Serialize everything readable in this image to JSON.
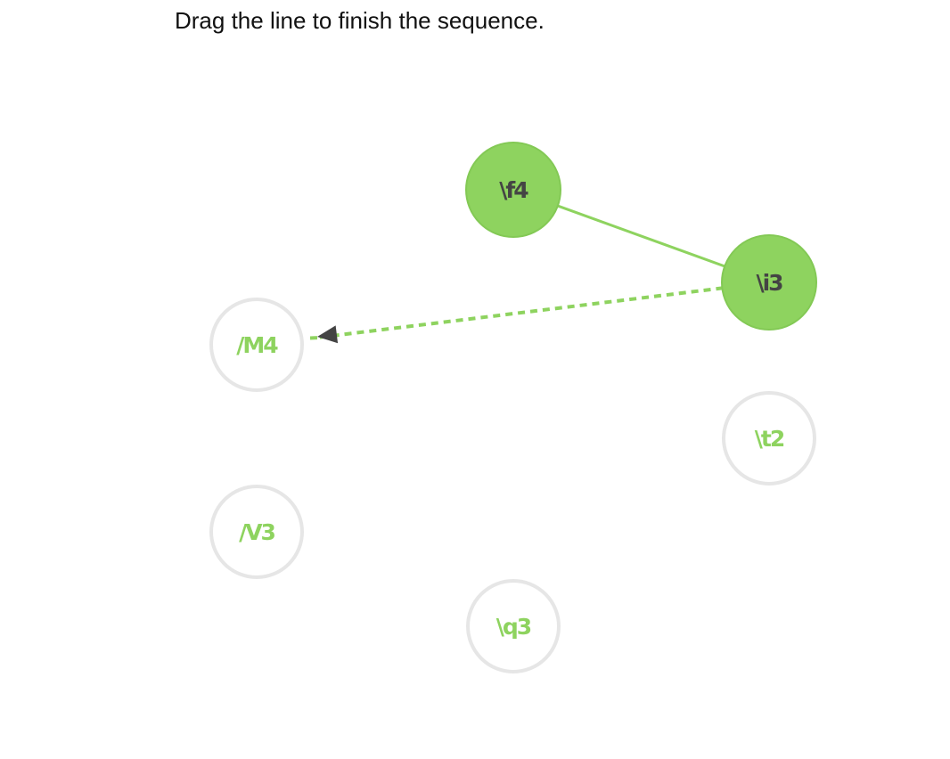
{
  "instruction": "Drag the line to finish the sequence.",
  "colors": {
    "accent": "#8ed35f",
    "accent_border": "#83c955",
    "node_empty_border": "#e6e6e6",
    "label_selected": "#444444",
    "label_unselected": "#8ed35f",
    "arrowhead": "#444444",
    "text": "#111111"
  },
  "nodes": [
    {
      "id": "f4",
      "label": "\\f4",
      "selected": true
    },
    {
      "id": "i3",
      "label": "\\i3",
      "selected": true
    },
    {
      "id": "t2",
      "label": "\\t2",
      "selected": false
    },
    {
      "id": "q3",
      "label": "\\q3",
      "selected": false
    },
    {
      "id": "V3",
      "label": "/V3",
      "selected": false
    },
    {
      "id": "M4",
      "label": "/M4",
      "selected": false
    }
  ],
  "connections": [
    {
      "from": "f4",
      "to": "i3"
    }
  ],
  "drag_line": {
    "from": "i3",
    "toward": "M4"
  }
}
